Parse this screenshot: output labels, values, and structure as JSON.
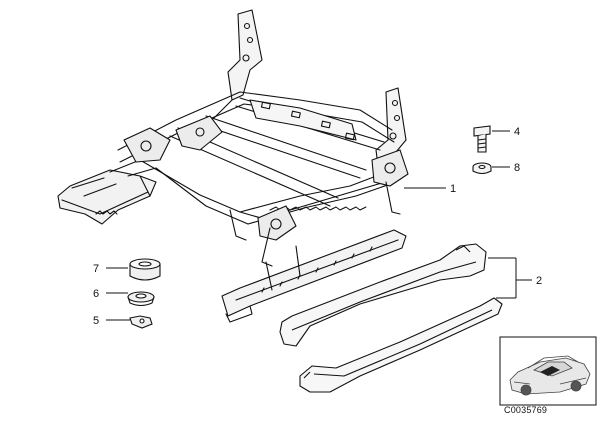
{
  "diagram": {
    "callouts": [
      {
        "key": "frame",
        "label": "1"
      },
      {
        "key": "cover",
        "label": "2"
      },
      {
        "key": "bolt",
        "label": "4"
      },
      {
        "key": "nut",
        "label": "8"
      },
      {
        "key": "bumper",
        "label": "7"
      },
      {
        "key": "grommet",
        "label": "6"
      },
      {
        "key": "clip",
        "label": "5"
      }
    ],
    "diagram_id": "C0035769"
  }
}
